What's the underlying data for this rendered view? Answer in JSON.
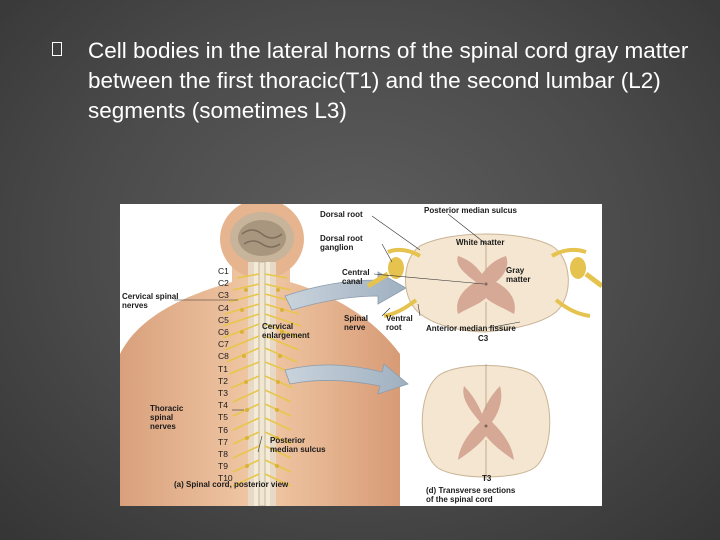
{
  "bullet": {
    "text": "Cell bodies in the lateral horns of the spinal cord gray matter between the first thoracic(T1) and the second lumbar (L2) segments (sometimes L3)"
  },
  "figure": {
    "labels": {
      "dorsal_root": "Dorsal root",
      "dorsal_root_ganglion": "Dorsal root\nganglion",
      "central_canal": "Central\ncanal",
      "spinal_nerve": "Spinal\nnerve",
      "ventral_root": "Ventral\nroot",
      "posterior_median_sulcus_top": "Posterior median sulcus",
      "white_matter": "White matter",
      "gray_matter": "Gray\nmatter",
      "anterior_median_fissure": "Anterior median fissure",
      "c3": "C3",
      "cervical_spinal_nerves": "Cervical spinal\nnerves",
      "cervical_enlargement": "Cervical\nenlargement",
      "thoracic_spinal_nerves": "Thoracic\nspinal\nnerves",
      "posterior_median_sulcus_bottom": "Posterior\nmedian sulcus",
      "t3": "T3",
      "caption_a": "(a) Spinal cord, posterior view",
      "caption_d": "(d) Transverse sections\nof the spinal cord"
    },
    "segments": [
      "C1",
      "C2",
      "C3",
      "C4",
      "C5",
      "C6",
      "C7",
      "C8",
      "T1",
      "T2",
      "T3",
      "T4",
      "T5",
      "T6",
      "T7",
      "T8",
      "T9",
      "T10"
    ]
  }
}
